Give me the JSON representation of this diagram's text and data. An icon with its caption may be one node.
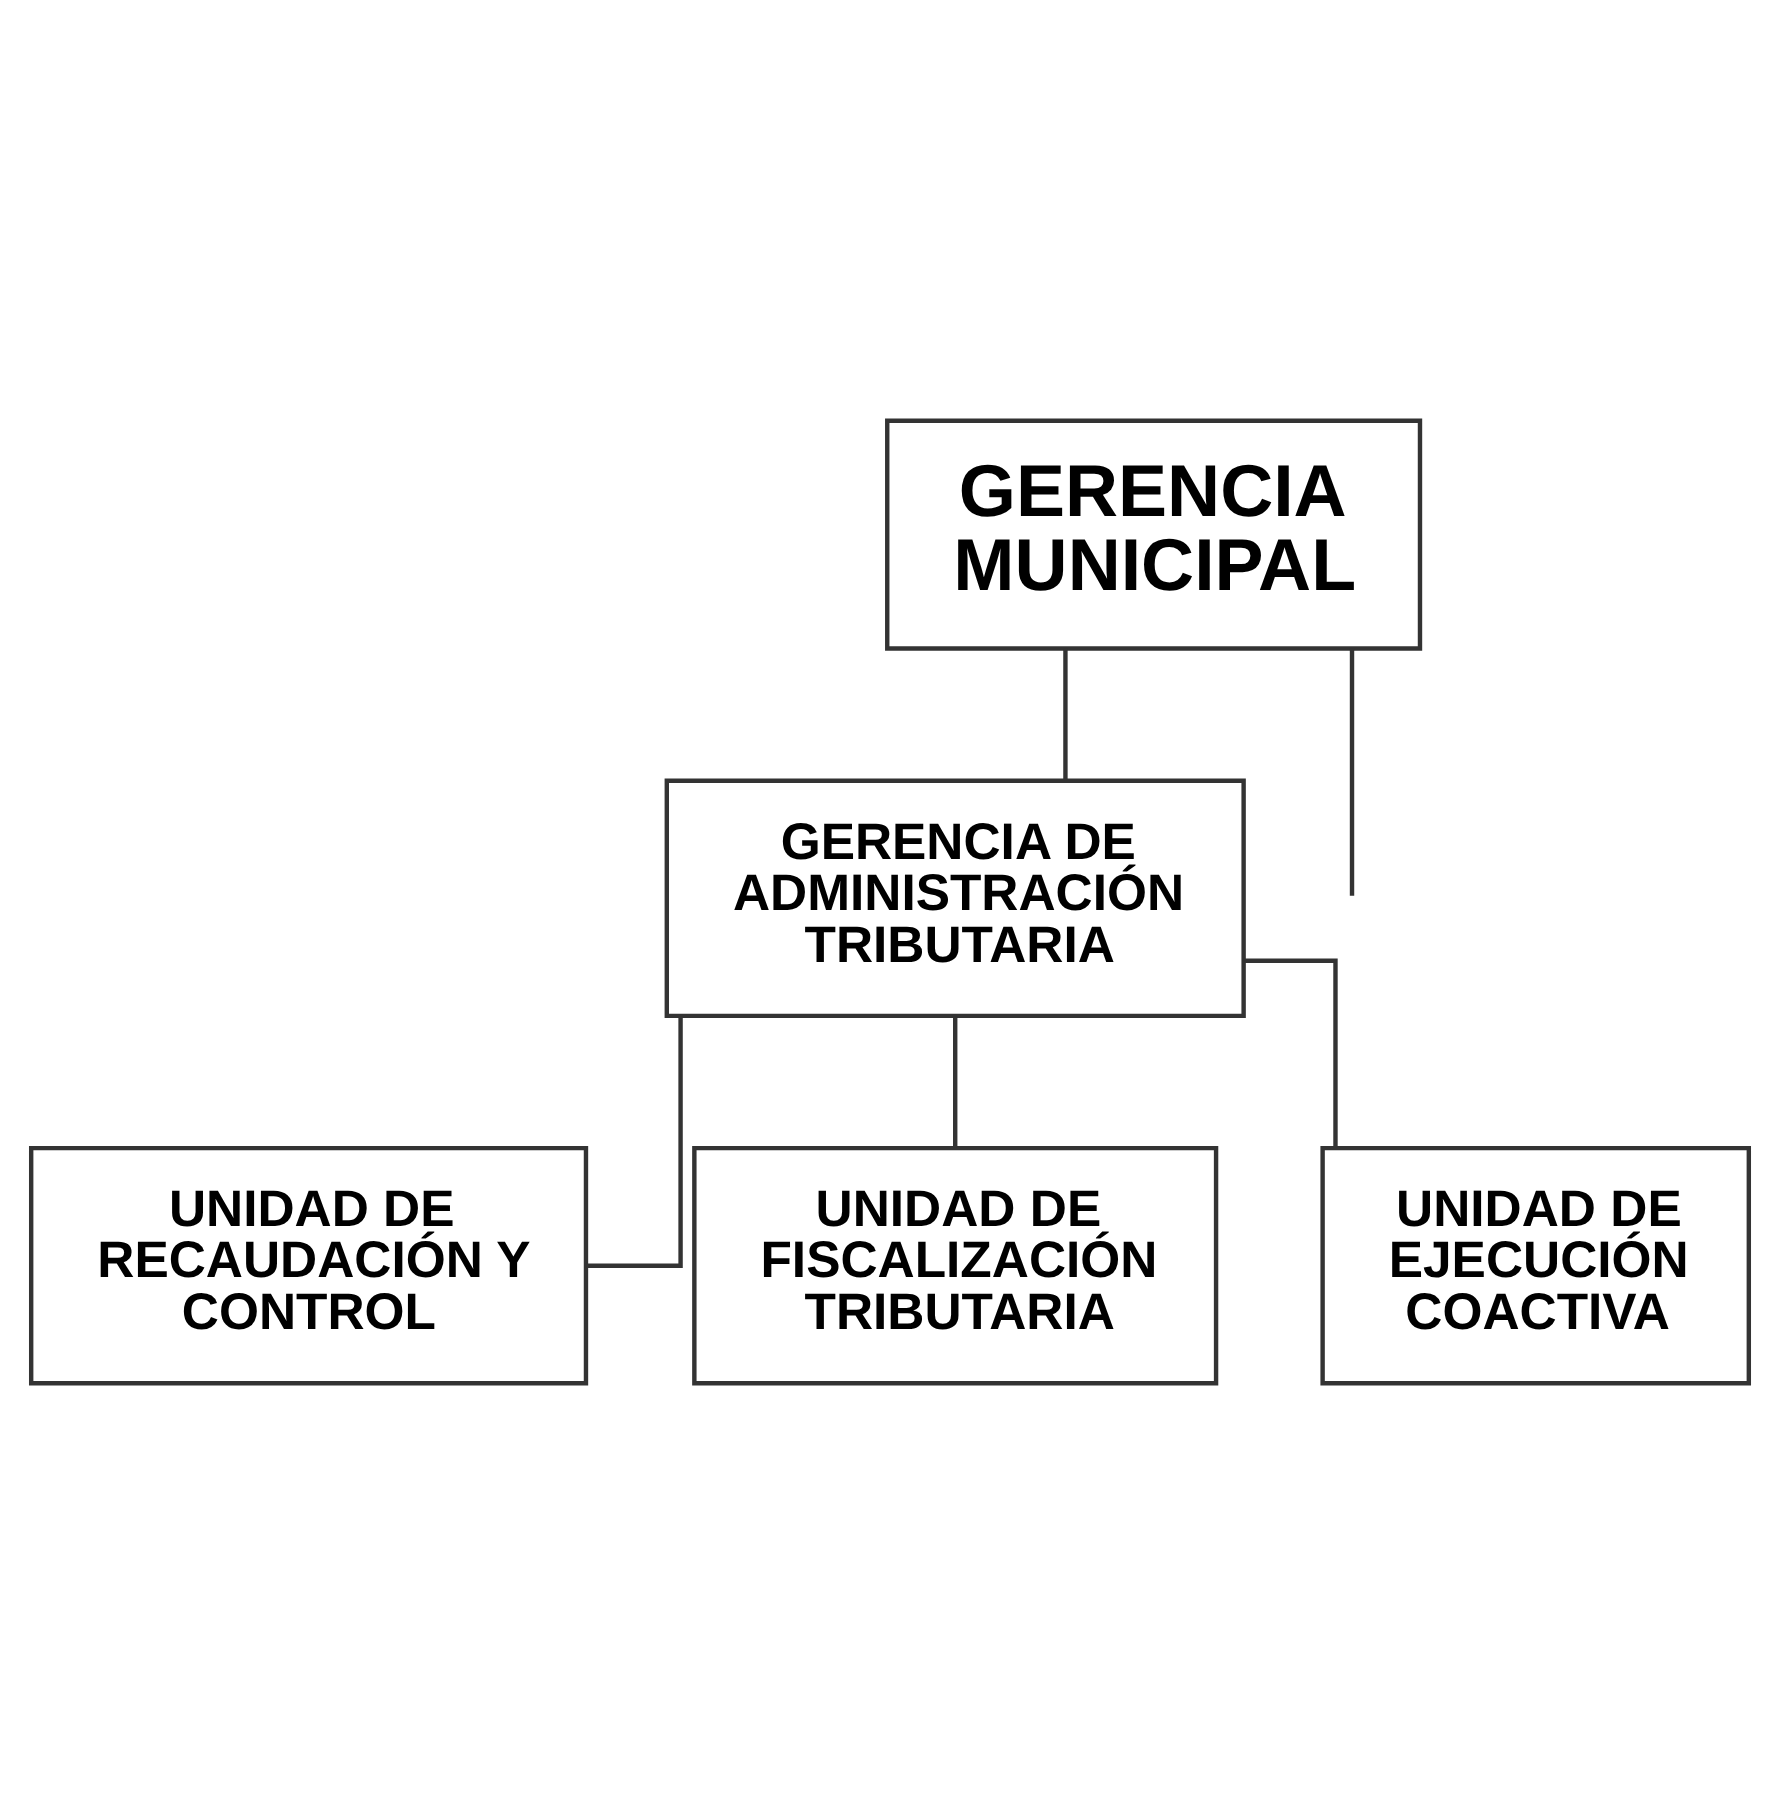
{
  "diagram": {
    "nodes": [
      {
        "text": [
          "GERENCIA MUNICIPAL"
        ]
      },
      {
        "text": [
          "GERENCIA DE ADMINISTRACIÓN TRIBUTARIA"
        ]
      },
      {
        "text": [
          "UNIDAD DE RECAUDACIÓN Y CONTROL"
        ]
      },
      {
        "text": [
          "UNIDAD DE FISCALIZACIÓN TRIBUTARIA"
        ]
      },
      {
        "text": [
          "UNIDAD DE EJECUCIÓN COACTIVA"
        ]
      }
    ],
    "edges": [
      {
        "from": 0,
        "to": 1,
        "arrow": "none"
      },
      {
        "from": 0,
        "to": null,
        "arrow": "none"
      },
      {
        "from": 1,
        "to": 2,
        "arrow": "none"
      },
      {
        "from": 1,
        "to": 3,
        "arrow": "none"
      },
      {
        "from": 1,
        "to": 4,
        "arrow": "none"
      }
    ]
  }
}
